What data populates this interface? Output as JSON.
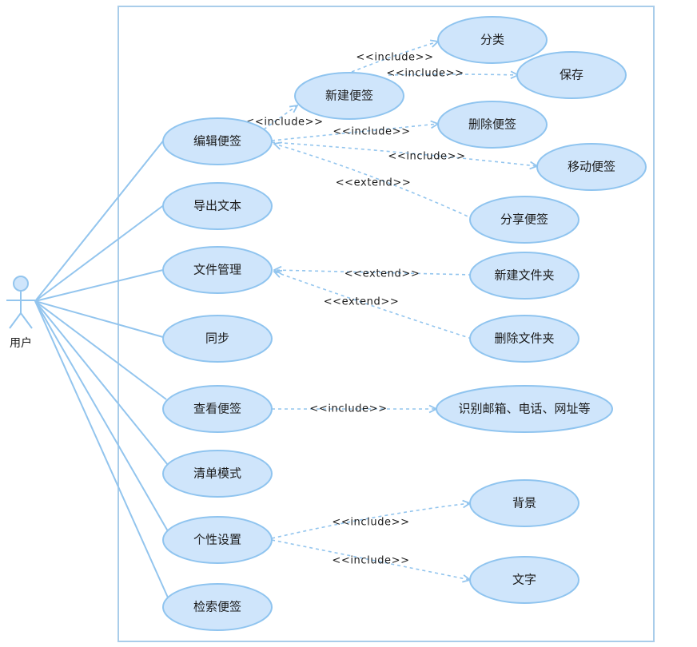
{
  "actor": {
    "name": "用户"
  },
  "use_cases": [
    {
      "id": "uc-edit",
      "label": "编辑便签"
    },
    {
      "id": "uc-export",
      "label": "导出文本"
    },
    {
      "id": "uc-files",
      "label": "文件管理"
    },
    {
      "id": "uc-sync",
      "label": "同步"
    },
    {
      "id": "uc-view",
      "label": "查看便签"
    },
    {
      "id": "uc-list",
      "label": "清单模式"
    },
    {
      "id": "uc-personal",
      "label": "个性设置"
    },
    {
      "id": "uc-search",
      "label": "检索便签"
    },
    {
      "id": "uc-new",
      "label": "新建便签"
    },
    {
      "id": "uc-category",
      "label": "分类"
    },
    {
      "id": "uc-save",
      "label": "保存"
    },
    {
      "id": "uc-delete",
      "label": "删除便签"
    },
    {
      "id": "uc-move",
      "label": "移动便签"
    },
    {
      "id": "uc-share",
      "label": "分享便签"
    },
    {
      "id": "uc-new-folder",
      "label": "新建文件夹"
    },
    {
      "id": "uc-del-folder",
      "label": "删除文件夹"
    },
    {
      "id": "uc-recognize",
      "label": "识别邮箱、电话、网址等"
    },
    {
      "id": "uc-bg",
      "label": "背景"
    },
    {
      "id": "uc-font",
      "label": "文字"
    }
  ],
  "relations": [
    {
      "from": "uc-edit",
      "to": "uc-new",
      "label": "<<include>>"
    },
    {
      "from": "uc-new",
      "to": "uc-category",
      "label": "<<include>>"
    },
    {
      "from": "uc-new",
      "to": "uc-save",
      "label": "<<include>>"
    },
    {
      "from": "uc-edit",
      "to": "uc-delete",
      "label": "<<include>>"
    },
    {
      "from": "uc-edit",
      "to": "uc-move",
      "label": "<<include>>"
    },
    {
      "from": "uc-share",
      "to": "uc-edit",
      "label": "<<extend>>"
    },
    {
      "from": "uc-new-folder",
      "to": "uc-files",
      "label": "<<extend>>"
    },
    {
      "from": "uc-del-folder",
      "to": "uc-files",
      "label": "<<extend>>"
    },
    {
      "from": "uc-view",
      "to": "uc-recognize",
      "label": "<<include>>"
    },
    {
      "from": "uc-personal",
      "to": "uc-bg",
      "label": "<<include>>"
    },
    {
      "from": "uc-personal",
      "to": "uc-font",
      "label": "<<include>>"
    }
  ]
}
